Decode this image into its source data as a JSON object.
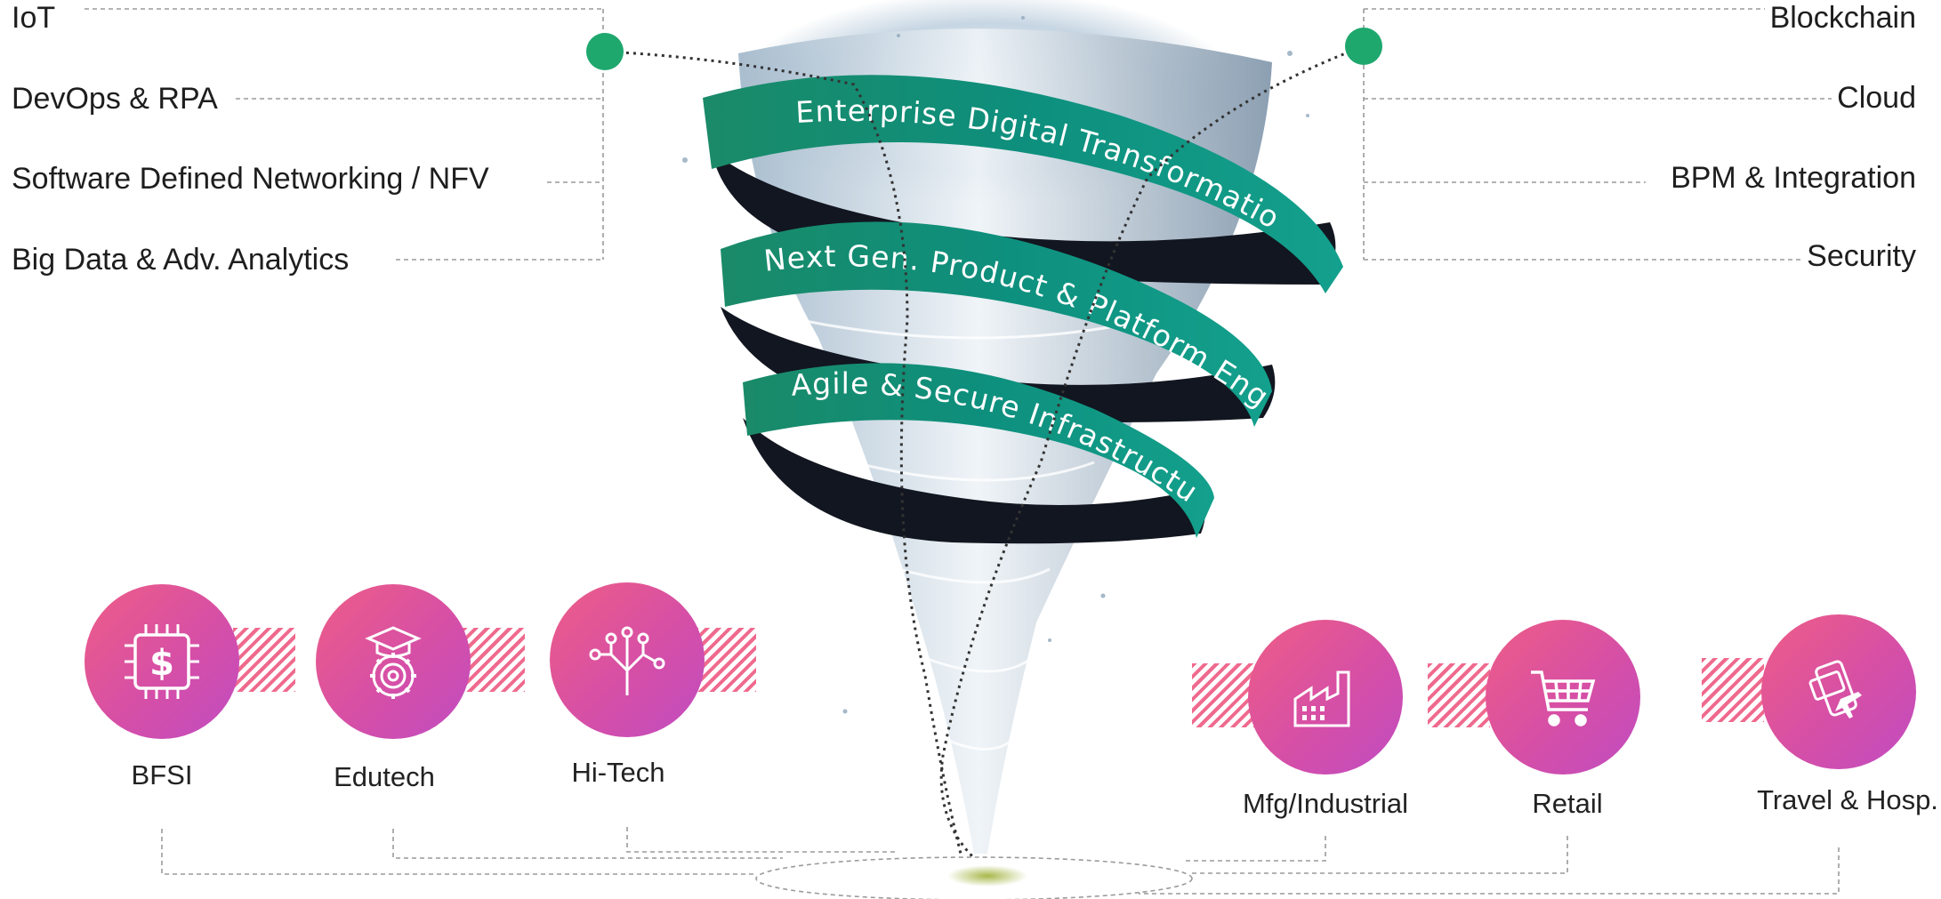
{
  "left_techs": [
    {
      "label": "IoT"
    },
    {
      "label": "DevOps & RPA"
    },
    {
      "label": "Software Defined Networking / NFV"
    },
    {
      "label": "Big Data &  Adv. Analytics"
    }
  ],
  "right_techs": [
    {
      "label": "Blockchain"
    },
    {
      "label": "Cloud"
    },
    {
      "label": "BPM & Integration"
    },
    {
      "label": "Security"
    }
  ],
  "bands": [
    {
      "label": "Enterprise Digital Transformation"
    },
    {
      "label": "Next Gen. Product & Platform Engg."
    },
    {
      "label": "Agile & Secure Infrastructure"
    }
  ],
  "industries": [
    {
      "label": "BFSI",
      "icon": "dollar-chip-icon"
    },
    {
      "label": "Edutech",
      "icon": "graduation-gear-icon"
    },
    {
      "label": "Hi-Tech",
      "icon": "circuit-tree-icon"
    },
    {
      "label": "Mfg/Industrial",
      "icon": "factory-icon"
    },
    {
      "label": "Retail",
      "icon": "shopping-cart-icon"
    },
    {
      "label": "Travel & Hosp.",
      "icon": "mobile-ticket-plane-icon"
    }
  ],
  "colors": {
    "band": "#0f9580",
    "band_dark": "#121620",
    "node": "#1ea86e",
    "industry_gradient_start": "#ee5d86",
    "industry_gradient_end": "#c04cc2"
  }
}
